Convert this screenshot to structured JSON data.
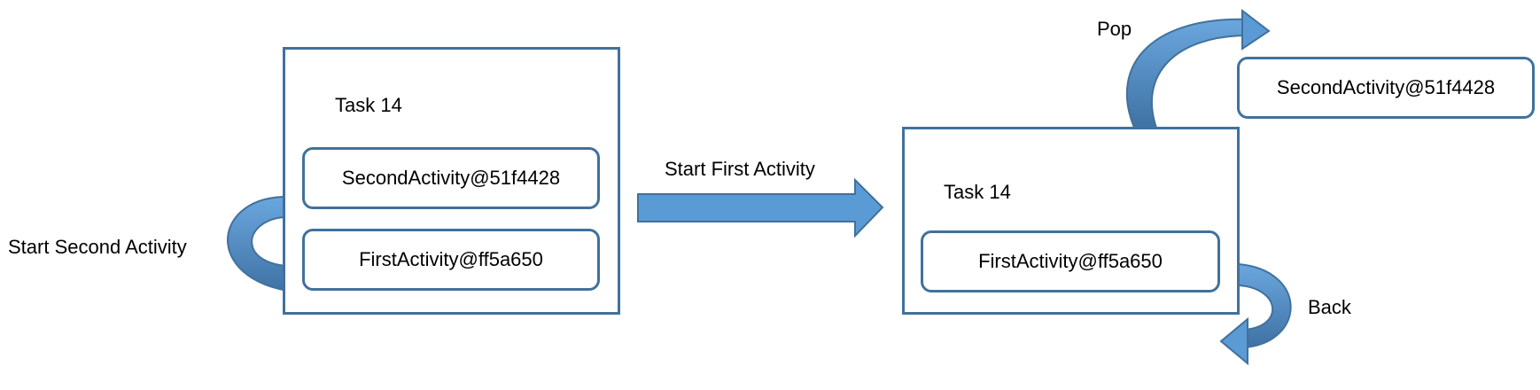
{
  "diagram": {
    "left_task": {
      "title": "Task 14",
      "activities": [
        "SecondActivity@51f4428",
        "FirstActivity@ff5a650"
      ]
    },
    "right_task": {
      "title": "Task 14",
      "activities": [
        "FirstActivity@ff5a650"
      ]
    },
    "popped_activity": "SecondActivity@51f4428",
    "labels": {
      "start_second": "Start Second Activity",
      "start_first": "Start First Activity",
      "pop": "Pop",
      "back": "Back"
    },
    "colors": {
      "arrow_fill": "#5b9bd5",
      "arrow_dark": "#3c6e9f",
      "box_stroke": "#41719c"
    }
  }
}
